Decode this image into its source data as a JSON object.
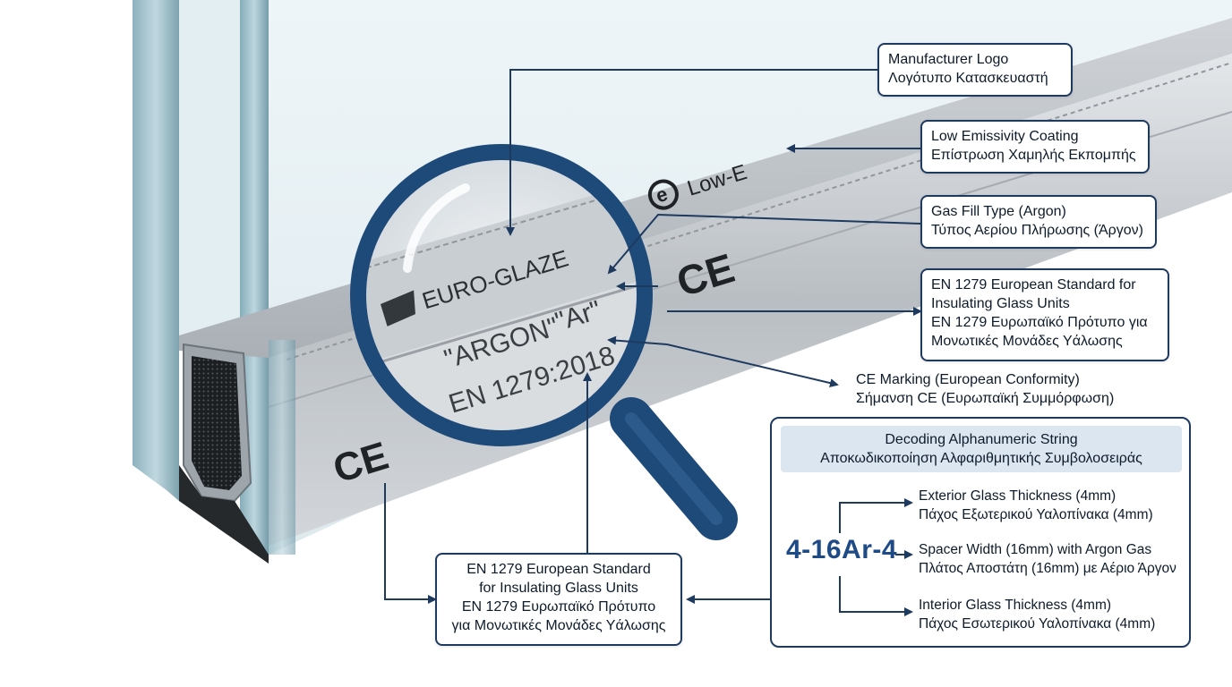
{
  "callouts": {
    "manufacturer_logo": {
      "en": "Manufacturer Logo",
      "gr": "Λογότυπο Κατασκευαστή"
    },
    "low_e": {
      "en": "Low Emissivity Coating",
      "gr": "Επίστρωση Χαμηλής Εκπομπής"
    },
    "gas_fill": {
      "en": "Gas Fill Type (Argon)",
      "gr": "Τύπος Αερίου Πλήρωσης (Άργον)"
    },
    "en1279_right": {
      "en1": "EN 1279 European Standard for",
      "en2": "Insulating Glass Units",
      "gr1": "EN 1279 Ευρωπαϊκό Πρότυπο για",
      "gr2": "Μονωτικές Μονάδες Υάλωσης"
    },
    "ce_marking": {
      "en": "CE Marking (European Conformity)",
      "gr": "Σήμανση CE (Ευρωπαϊκή Συμμόρφωση)"
    },
    "en1279_bottom": {
      "en1": "EN 1279 European Standard",
      "en2": "for Insulating Glass Units",
      "gr1": "EN 1279 Ευρωπαϊκό Πρότυπο",
      "gr2": "για Μονωτικές Μονάδες Υάλωσης"
    }
  },
  "decoding": {
    "title_en": "Decoding Alphanumeric String",
    "title_gr": "Αποκωδικοποίηση Αλφαριθμητικής Συμβολοσειράς",
    "code": "4-16Ar-4",
    "items": [
      {
        "en": "Exterior Glass Thickness (4mm)",
        "gr": "Πάχος Εξωτερικού Υαλοπίνακα (4mm)"
      },
      {
        "en": "Spacer Width (16mm) with Argon Gas",
        "gr": "Πλάτος Αποστάτη (16mm) με Αέριο Άργον"
      },
      {
        "en": "Interior Glass Thickness (4mm)",
        "gr": "Πάχος Εσωτερικού Υαλοπίνακα (4mm)"
      }
    ]
  },
  "spacer_marks": {
    "brand": "EURO-GLAZE",
    "gas_word": "\"ARGON\"",
    "gas_symbol": "\"Ar\"",
    "standard": "EN 1279:2018",
    "low_e": "Low-E",
    "ce": "CE"
  },
  "colors": {
    "navy": "#1e3a5f",
    "code_blue": "#1e4a85",
    "glass": "#9fbfcc",
    "spacer": "#c4c8cc"
  }
}
